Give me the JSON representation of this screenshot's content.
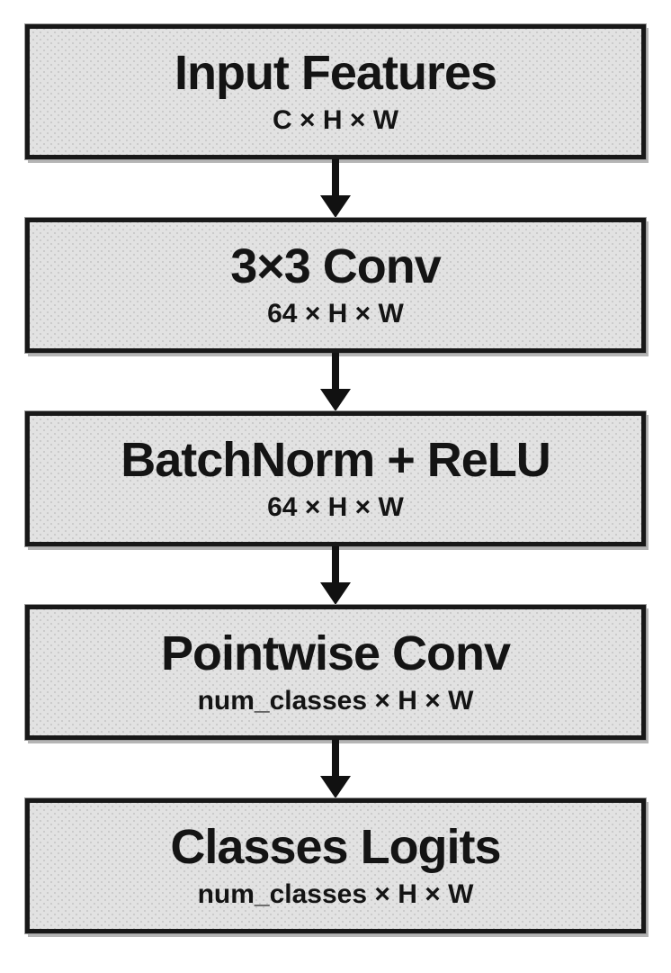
{
  "diagram": {
    "type": "flowchart",
    "direction": "top-down",
    "nodes": [
      {
        "title": "Input Features",
        "dims": "C × H × W"
      },
      {
        "title": "3×3 Conv",
        "dims": "64 × H × W"
      },
      {
        "title": "BatchNorm + ReLU",
        "dims": "64 × H × W"
      },
      {
        "title": "Pointwise Conv",
        "dims": "num_classes × H × W"
      },
      {
        "title": "Classes Logits",
        "dims": "num_classes × H × W"
      }
    ],
    "colors": {
      "node_fill": "#e2e2e2",
      "node_stipple": "#cbcbcb",
      "node_border": "#181818",
      "text": "#141414",
      "arrow": "#111111",
      "background": "#ffffff"
    }
  }
}
